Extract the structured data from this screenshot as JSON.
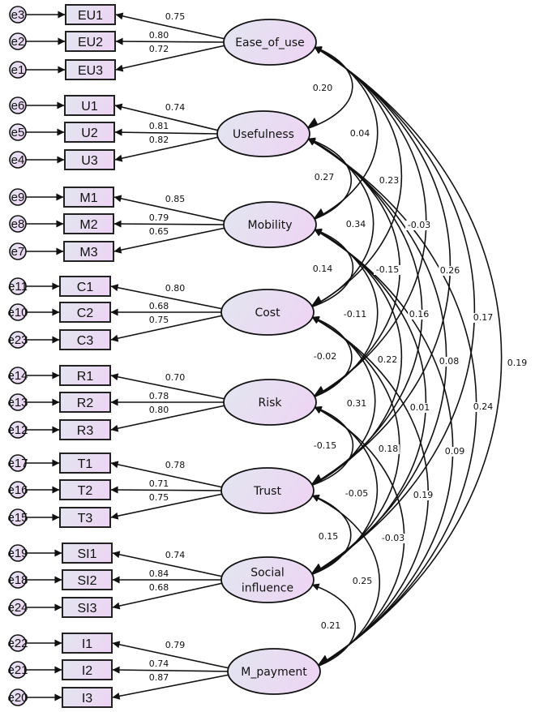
{
  "title": "Structural equation model: measurement model with correlated latent constructs",
  "colors": {
    "stroke": "#111111",
    "fill_start": "#e2e6f0",
    "fill_end": "#ecd8f2"
  },
  "latents": [
    {
      "id": "EU",
      "label": [
        "Ease_of_use"
      ],
      "indicators": [
        {
          "name": "EU1",
          "error": "e3",
          "loading": "0.75"
        },
        {
          "name": "EU2",
          "error": "e2",
          "loading": "0.80"
        },
        {
          "name": "EU3",
          "error": "e1",
          "loading": "0.72"
        }
      ]
    },
    {
      "id": "U",
      "label": [
        "Usefulness"
      ],
      "indicators": [
        {
          "name": "U1",
          "error": "e6",
          "loading": "0.74"
        },
        {
          "name": "U2",
          "error": "e5",
          "loading": "0.81"
        },
        {
          "name": "U3",
          "error": "e4",
          "loading": "0.82"
        }
      ]
    },
    {
      "id": "M",
      "label": [
        "Mobility"
      ],
      "indicators": [
        {
          "name": "M1",
          "error": "e9",
          "loading": "0.85"
        },
        {
          "name": "M2",
          "error": "e8",
          "loading": "0.79"
        },
        {
          "name": "M3",
          "error": "e7",
          "loading": "0.65"
        }
      ]
    },
    {
      "id": "C",
      "label": [
        "Cost"
      ],
      "indicators": [
        {
          "name": "C1",
          "error": "e11",
          "loading": "0.80"
        },
        {
          "name": "C2",
          "error": "e10",
          "loading": "0.68"
        },
        {
          "name": "C3",
          "error": "e23",
          "loading": "0.75"
        }
      ]
    },
    {
      "id": "R",
      "label": [
        "Risk"
      ],
      "indicators": [
        {
          "name": "R1",
          "error": "e14",
          "loading": "0.70"
        },
        {
          "name": "R2",
          "error": "e13",
          "loading": "0.78"
        },
        {
          "name": "R3",
          "error": "e12",
          "loading": "0.80"
        }
      ]
    },
    {
      "id": "T",
      "label": [
        "Trust"
      ],
      "indicators": [
        {
          "name": "T1",
          "error": "e17",
          "loading": "0.78"
        },
        {
          "name": "T2",
          "error": "e16",
          "loading": "0.71"
        },
        {
          "name": "T3",
          "error": "e15",
          "loading": "0.75"
        }
      ]
    },
    {
      "id": "SI",
      "label": [
        "Social",
        "influence"
      ],
      "indicators": [
        {
          "name": "SI1",
          "error": "e19",
          "loading": "0.74"
        },
        {
          "name": "SI2",
          "error": "e18",
          "loading": "0.84"
        },
        {
          "name": "SI3",
          "error": "e24",
          "loading": "0.68"
        }
      ]
    },
    {
      "id": "I",
      "label": [
        "M_payment"
      ],
      "indicators": [
        {
          "name": "I1",
          "error": "e22",
          "loading": "0.79"
        },
        {
          "name": "I2",
          "error": "e21",
          "loading": "0.74"
        },
        {
          "name": "I3",
          "error": "e20",
          "loading": "0.87"
        }
      ]
    }
  ],
  "correlations": [
    {
      "from": "EU",
      "to": "U",
      "value": "0.20"
    },
    {
      "from": "EU",
      "to": "M",
      "value": "0.04"
    },
    {
      "from": "EU",
      "to": "C",
      "value": "0.23"
    },
    {
      "from": "EU",
      "to": "R",
      "value": "-0.03"
    },
    {
      "from": "EU",
      "to": "T",
      "value": "0.26"
    },
    {
      "from": "EU",
      "to": "SI",
      "value": "0.17"
    },
    {
      "from": "EU",
      "to": "I",
      "value": "0.19"
    },
    {
      "from": "U",
      "to": "M",
      "value": "0.27"
    },
    {
      "from": "U",
      "to": "C",
      "value": "0.34"
    },
    {
      "from": "U",
      "to": "R",
      "value": "-0.15"
    },
    {
      "from": "U",
      "to": "T",
      "value": "0.16"
    },
    {
      "from": "U",
      "to": "SI",
      "value": "0.08"
    },
    {
      "from": "U",
      "to": "I",
      "value": "0.24"
    },
    {
      "from": "M",
      "to": "C",
      "value": "0.14"
    },
    {
      "from": "M",
      "to": "R",
      "value": "-0.11"
    },
    {
      "from": "M",
      "to": "T",
      "value": "0.22"
    },
    {
      "from": "M",
      "to": "SI",
      "value": "0.01"
    },
    {
      "from": "M",
      "to": "I",
      "value": "0.09"
    },
    {
      "from": "C",
      "to": "R",
      "value": "-0.02"
    },
    {
      "from": "C",
      "to": "T",
      "value": "0.31"
    },
    {
      "from": "C",
      "to": "SI",
      "value": "0.18"
    },
    {
      "from": "C",
      "to": "I",
      "value": "0.19"
    },
    {
      "from": "R",
      "to": "T",
      "value": "-0.15"
    },
    {
      "from": "R",
      "to": "SI",
      "value": "-0.05"
    },
    {
      "from": "R",
      "to": "I",
      "value": "-0.03"
    },
    {
      "from": "T",
      "to": "SI",
      "value": "0.15"
    },
    {
      "from": "T",
      "to": "I",
      "value": "0.25"
    },
    {
      "from": "SI",
      "to": "I",
      "value": "0.21"
    }
  ]
}
